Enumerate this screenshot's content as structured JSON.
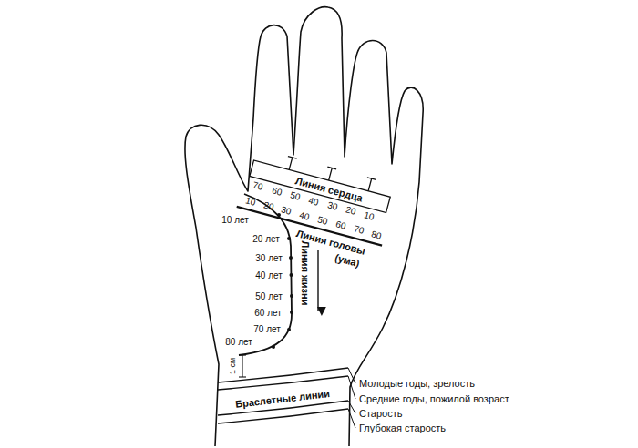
{
  "diagram": {
    "labels": [
      "70",
      "60",
      "50",
      "40",
      "30",
      "20",
      "10",
      "Линия сердца",
      "10",
      "20",
      "30",
      "40",
      "50",
      "60",
      "70",
      "80",
      "Линия головы",
      "(ума)",
      "10 лет",
      "20 лет",
      "30 лет",
      "40 лет",
      "50 лет",
      "60 лет",
      "70 лет",
      "80 лет",
      "Линия жизни",
      "1 см",
      "Браслетные линии",
      "Молодые годы, зрелость",
      "Средние годы, пожилой возраст",
      "Старость",
      "Глубокая старость"
    ]
  }
}
